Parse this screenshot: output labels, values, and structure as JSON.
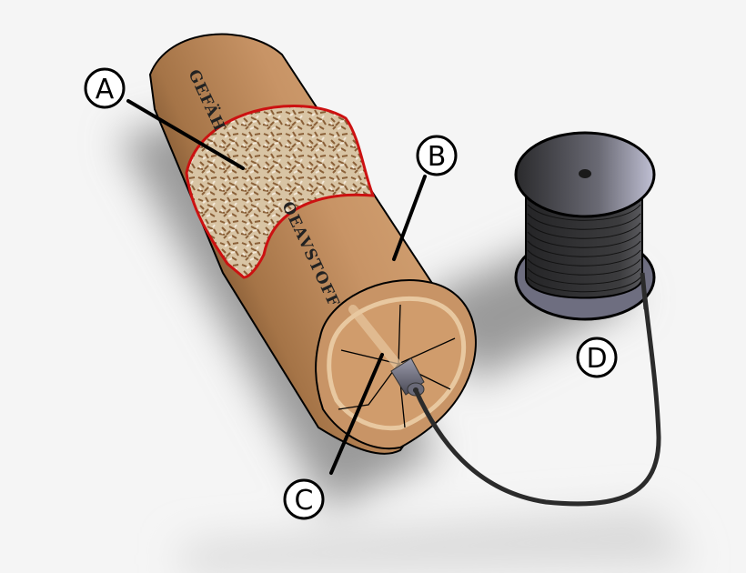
{
  "diagram": {
    "subject": "dynamite stick with fuse and wire spool",
    "labels": [
      {
        "id": "A",
        "text": "A",
        "points_to": "explosive filling (sawdust/absorbent)"
      },
      {
        "id": "B",
        "text": "B",
        "points_to": "paper casing"
      },
      {
        "id": "C",
        "text": "C",
        "points_to": "blasting cap / detonator"
      },
      {
        "id": "D",
        "text": "D",
        "points_to": "spool of wire"
      }
    ],
    "stamp_text_top": "GEFÄH",
    "stamp_text_bottom": "OEAVSTOFF",
    "colors": {
      "background": "#f5f5f5",
      "casing": "#c89466",
      "casing_dark": "#5e3b1e",
      "casing_end": "#d4a272",
      "cutaway_outline": "#cc1111",
      "filling_light": "#e6d5bb",
      "filling_dark": "#8a6038",
      "spool": "#3a3a3c",
      "spool_light": "#b8b8cc",
      "wire": "#2b2b2b",
      "cap": "#6a6a78",
      "shadow": "#9a9a9a"
    }
  }
}
